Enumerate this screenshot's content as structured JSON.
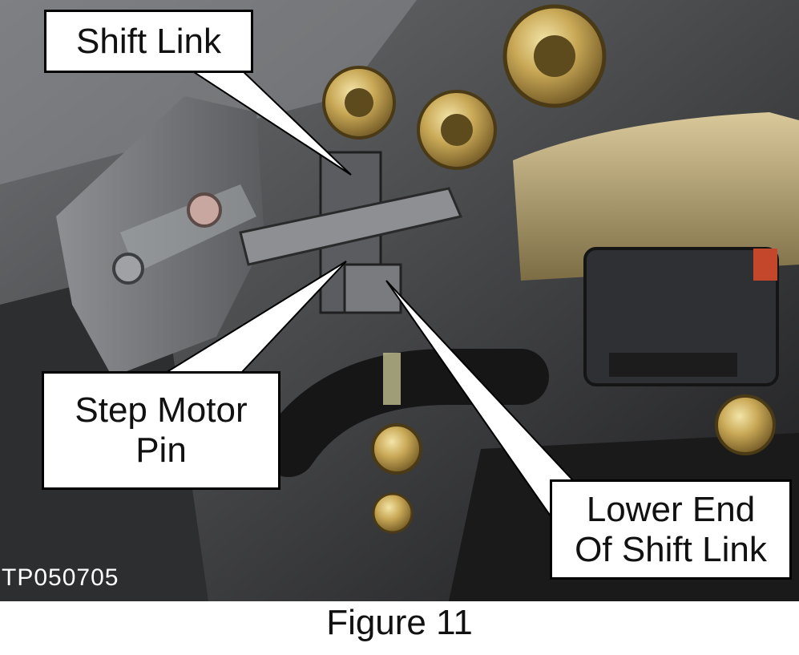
{
  "figure": {
    "photo_id": "TP050705",
    "caption": "Figure 11"
  },
  "callouts": {
    "shift_link": {
      "lines": [
        "Shift Link"
      ]
    },
    "step_motor_pin": {
      "lines": [
        "Step Motor",
        "Pin"
      ]
    },
    "lower_end": {
      "lines": [
        "Lower End",
        "Of Shift Link"
      ]
    }
  },
  "colors": {
    "photo_dark": "#2a2a2a",
    "bolt_brass": "#b89a4a",
    "label_background": "#ffffff",
    "label_text": "#111111",
    "leader_line": "#000000"
  }
}
